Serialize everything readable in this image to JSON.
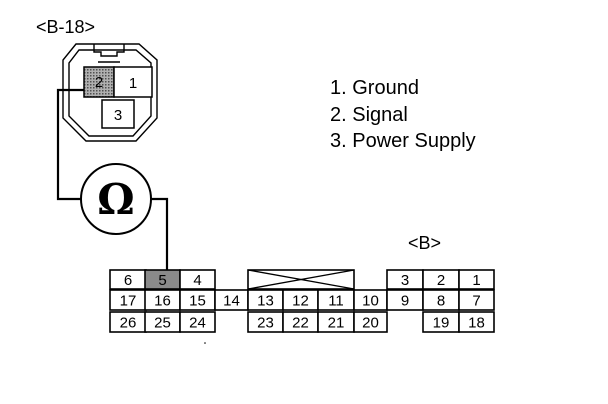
{
  "sensor_connector": {
    "label": "<B-18>",
    "pins": [
      "2",
      "1",
      "3"
    ]
  },
  "legend": [
    "1. Ground",
    "2. Signal",
    "3. Power Supply"
  ],
  "meter_symbol": "Ω",
  "ecu_connector": {
    "label": "<B>",
    "rows": [
      [
        "6",
        "5",
        "4",
        "3",
        "2",
        "1"
      ],
      [
        "17",
        "16",
        "15",
        "14",
        "13",
        "12",
        "11",
        "10",
        "9",
        "8",
        "7"
      ],
      [
        "26",
        "25",
        "24",
        "23",
        "22",
        "21",
        "20",
        "19",
        "18"
      ]
    ]
  },
  "colors": {
    "line": "#000000",
    "highlight_pin": "#8a8a8a"
  }
}
